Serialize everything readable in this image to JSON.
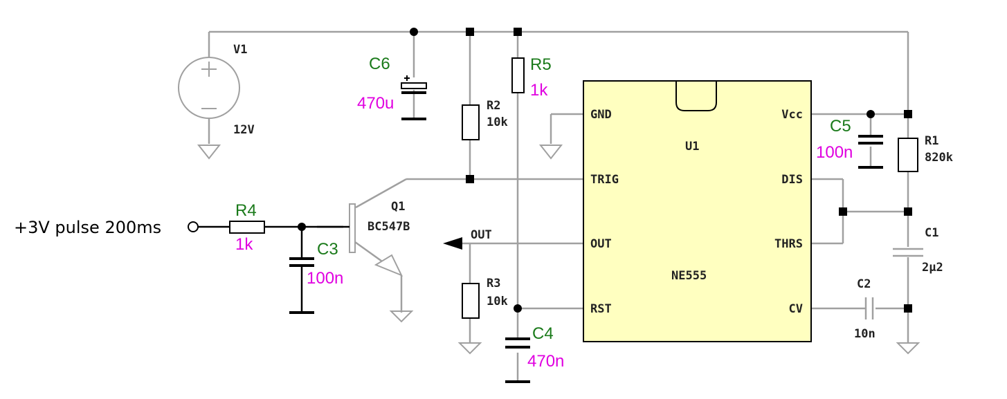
{
  "input": {
    "label": "+3V pulse 200ms"
  },
  "v1": {
    "name": "V1",
    "value": "12V"
  },
  "c6": {
    "name": "C6",
    "value": "470u"
  },
  "r2": {
    "name": "R2",
    "value": "10k"
  },
  "r5": {
    "name": "R5",
    "value": "1k"
  },
  "r4": {
    "name": "R4",
    "value": "1k"
  },
  "c3": {
    "name": "C3",
    "value": "100n"
  },
  "q1": {
    "name": "Q1",
    "model": "BC547B"
  },
  "out": {
    "label": "OUT"
  },
  "r3": {
    "name": "R3",
    "value": "10k"
  },
  "c4": {
    "name": "C4",
    "value": "470n"
  },
  "u1": {
    "name": "U1",
    "part": "NE555",
    "pins_left": [
      "GND",
      "TRIG",
      "OUT",
      "RST"
    ],
    "pins_right": [
      "Vcc",
      "DIS",
      "THRS",
      "CV"
    ],
    "fill": "#ffffc0"
  },
  "c5": {
    "name": "C5",
    "value": "100n"
  },
  "r1": {
    "name": "R1",
    "value": "820k"
  },
  "c1": {
    "name": "C1",
    "value": "2µ2"
  },
  "c2": {
    "name": "C2",
    "value": "10n"
  },
  "colors": {
    "wire": "#a0a0a0",
    "name_green": "#1a7a1a",
    "value_magenta": "#e000e0"
  }
}
